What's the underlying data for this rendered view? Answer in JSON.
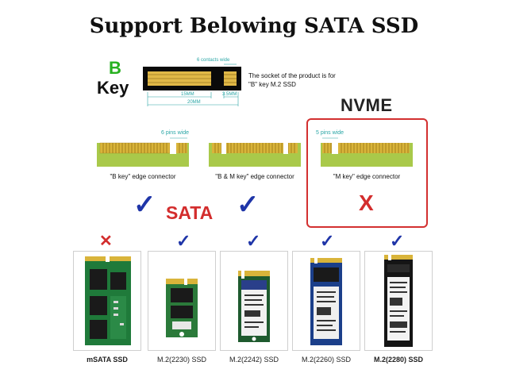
{
  "title": "Support Belowing SATA SSD",
  "bkey": {
    "letter": "B",
    "word": "Key"
  },
  "socket": {
    "contacts_label": "6 contacts wide",
    "desc_line1": "The socket of the product is for",
    "desc_line2": "\"B\" key M.2 SSD",
    "dim_15": "15MM",
    "dim_3_5": "3.5MM",
    "dim_20": "20MM"
  },
  "nvme_label": "NVME",
  "sata_label": "SATA",
  "connectors": [
    {
      "label": "\"B key\" edge connector",
      "pins": "6 pins wide"
    },
    {
      "label": "\"B & M key\" edge connector",
      "pins": ""
    },
    {
      "label": "\"M key\" edge connector",
      "pins": "5 pins wide"
    }
  ],
  "big_x": "X",
  "check": "✓",
  "cross": "✕",
  "cards": [
    {
      "label": "mSATA SSD",
      "supported": false
    },
    {
      "label": "M.2(2230) SSD",
      "supported": true
    },
    {
      "label": "M.2(2242) SSD",
      "supported": true
    },
    {
      "label": "M.2(2260) SSD",
      "supported": true
    },
    {
      "label": "M.2(2280) SSD",
      "supported": true
    }
  ],
  "colors": {
    "pcb_green": "#a9c94a",
    "gold": "#d9b43a",
    "check_blue": "#1f35a8",
    "cross_red": "#d32d2d",
    "teal": "#2aa6a6"
  }
}
